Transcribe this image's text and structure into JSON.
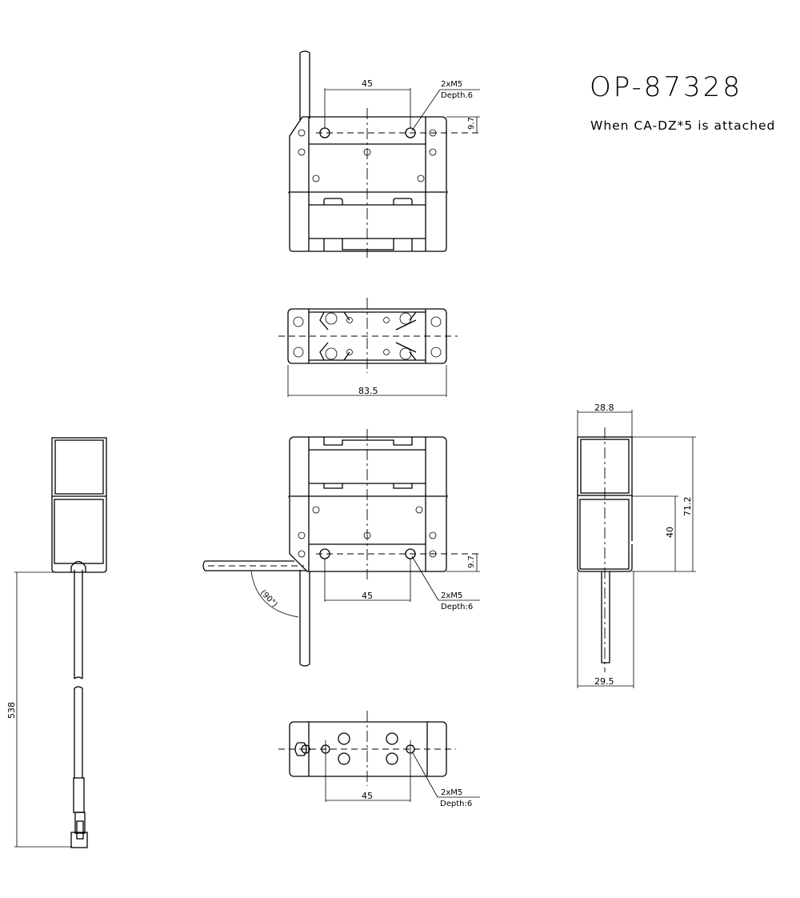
{
  "title_block": {
    "part_number": "OP-87328",
    "note": "When CA-DZ*5 is attached"
  },
  "views": {
    "top_view": {
      "dim_hole_pitch": "45",
      "callout_line1": "2xM5",
      "callout_line2": "Depth.6",
      "dim_offset": "9.7"
    },
    "front_view": {
      "dim_width": "83.5"
    },
    "lower_view": {
      "dim_hole_pitch": "45",
      "callout_line1": "2xM5",
      "callout_line2": "Depth:6",
      "dim_offset": "9.7",
      "angle": "(90°)"
    },
    "bottom_view": {
      "dim_hole_pitch": "45",
      "callout_line1": "2xM5",
      "callout_line2": "Depth:6"
    },
    "side_view": {
      "dim_top_width": "28.8",
      "dim_bottom_width": "29.5",
      "dim_height_total": "71.2",
      "dim_height_lower": "40"
    },
    "cable_view": {
      "dim_cable_length": "538"
    }
  }
}
